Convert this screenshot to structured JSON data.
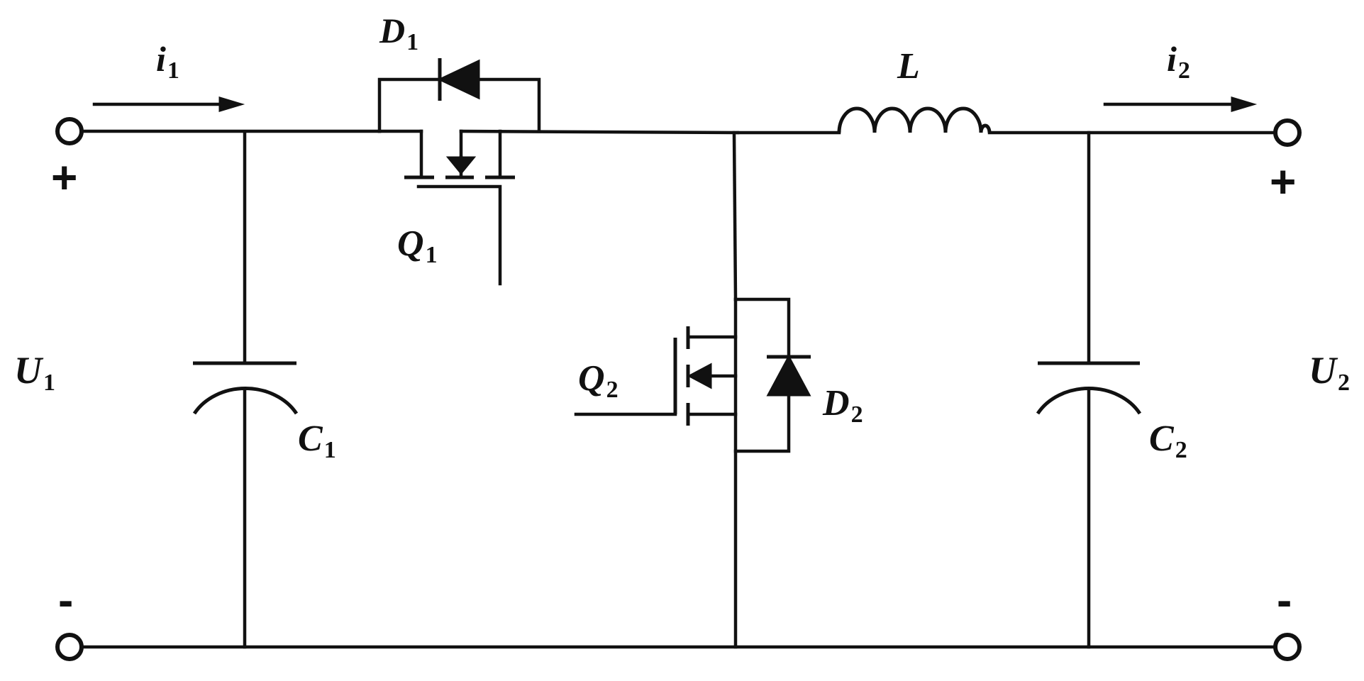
{
  "labels": {
    "i1": {
      "main": "i",
      "sub": "1"
    },
    "i2": {
      "main": "i",
      "sub": "2"
    },
    "D1": {
      "main": "D",
      "sub": "1"
    },
    "D2": {
      "main": "D",
      "sub": "2"
    },
    "L": {
      "main": "L"
    },
    "Q1": {
      "main": "Q",
      "sub": "1"
    },
    "Q2": {
      "main": "Q",
      "sub": "2"
    },
    "C1": {
      "main": "C",
      "sub": "1"
    },
    "C2": {
      "main": "C",
      "sub": "2"
    },
    "U1": {
      "main": "U",
      "sub": "1"
    },
    "U2": {
      "main": "U",
      "sub": "2"
    }
  },
  "polarity": {
    "in_plus": "+",
    "in_minus": "-",
    "out_plus": "+",
    "out_minus": "-"
  }
}
